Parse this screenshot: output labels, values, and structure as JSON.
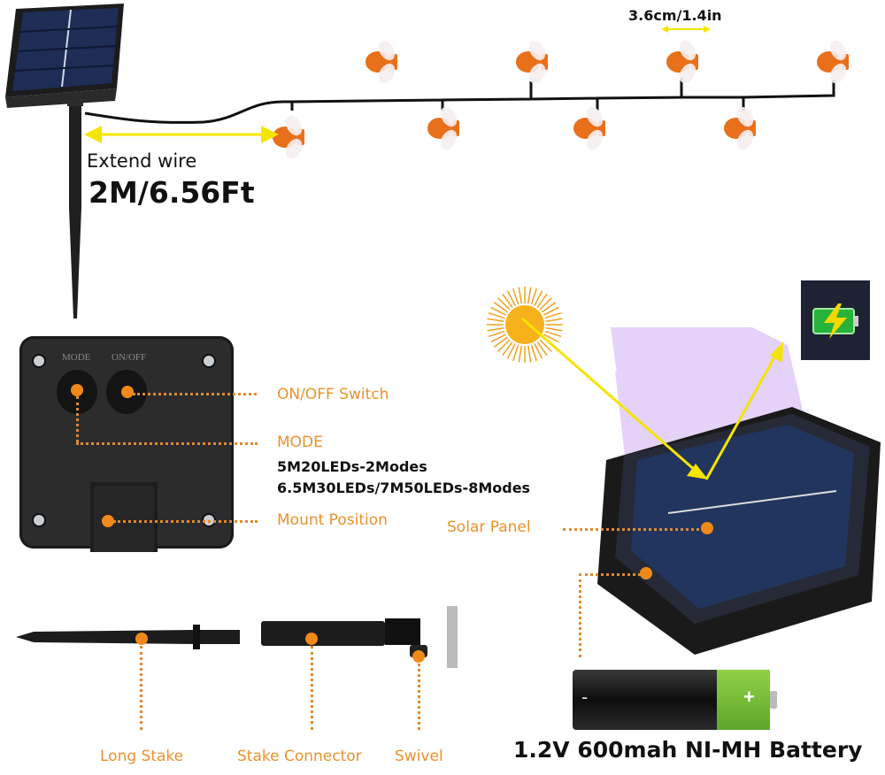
{
  "top": {
    "extend_label": "Extend wire",
    "extend_length": "2M/6.56Ft",
    "spacing_label": "3.6cm/1.4in",
    "bulb_count": 8
  },
  "control_box": {
    "button_labels": [
      "MODE",
      "ON/OFF"
    ],
    "callouts": {
      "onoff": "ON/OFF Switch",
      "mode": "MODE",
      "mount": "Mount Position"
    },
    "mode_specs": [
      "5M20LEDs-2Modes",
      "6.5M30LEDs/7M50LEDs-8Modes"
    ]
  },
  "solar": {
    "panel_label": "Solar Panel",
    "icons": [
      "sun-icon",
      "battery-charging-icon"
    ]
  },
  "stake": {
    "labels": [
      "Long Stake",
      "Stake Connector",
      "Swivel"
    ]
  },
  "battery": {
    "minus": "-",
    "plus": "+",
    "caption": "1.2V 600mah NI-MH Battery"
  },
  "colors": {
    "accent": "#e8922e",
    "arrow": "#f5e400",
    "bulb_body": "#e9701a"
  }
}
